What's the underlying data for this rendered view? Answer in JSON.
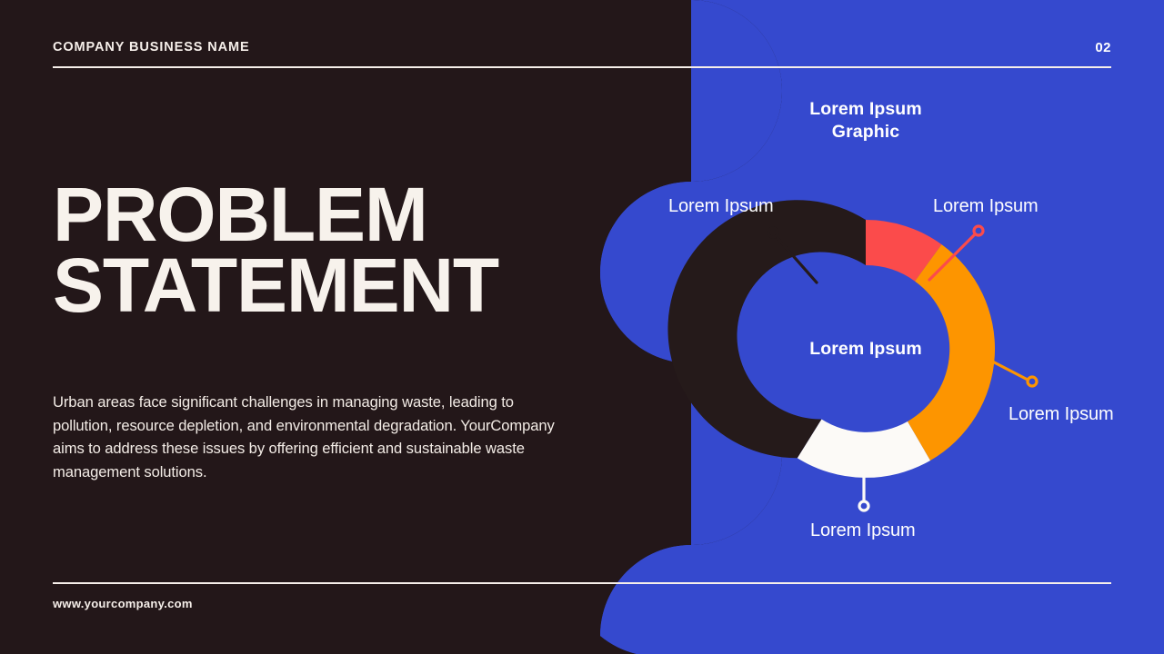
{
  "header": {
    "company_name": "COMPANY BUSINESS NAME",
    "page_number": "02"
  },
  "main": {
    "title_line1": "PROBLEM",
    "title_line2": "STATEMENT",
    "body": "Urban areas face significant challenges in managing waste, leading to pollution, resource depletion, and environmental degradation. YourCompany aims to address these issues by offering efficient and sustainable waste management solutions."
  },
  "footer": {
    "url": "www.yourcompany.com"
  },
  "chart_panel": {
    "heading_line1": "Lorem Ipsum",
    "heading_line2": "Graphic",
    "center_label": "Lorem Ipsum",
    "label_top_left": "Lorem Ipsum",
    "label_top_right": "Lorem Ipsum",
    "label_right": "Lorem Ipsum",
    "label_bottom": "Lorem Ipsum"
  },
  "colors": {
    "background_dark": "#231719",
    "panel_blue": "#3549CE",
    "cream": "#F6EFEA",
    "segment_red": "#FB4B4B",
    "segment_orange": "#FD9500",
    "segment_white": "#FCFAF7",
    "segment_dark": "#251A1A"
  },
  "chart_data": {
    "type": "pie",
    "variant": "donut",
    "title": "Lorem Ipsum Graphic",
    "center_label": "Lorem Ipsum",
    "legend_position": "callout-labels",
    "categories": [
      "Lorem Ipsum",
      "Lorem Ipsum",
      "Lorem Ipsum",
      "Lorem Ipsum"
    ],
    "values": [
      10,
      32,
      17,
      41
    ],
    "value_unit": "percent",
    "start_angle_deg": 0,
    "direction": "clockwise",
    "segments": [
      {
        "name": "Lorem Ipsum",
        "value": 10,
        "color": "#FB4B4B",
        "start_deg": 0,
        "end_deg": 36,
        "label_position": "top-right"
      },
      {
        "name": "Lorem Ipsum",
        "value": 32,
        "color": "#FD9500",
        "start_deg": 36,
        "end_deg": 150,
        "label_position": "right"
      },
      {
        "name": "Lorem Ipsum",
        "value": 17,
        "color": "#FCFAF7",
        "start_deg": 150,
        "end_deg": 212,
        "label_position": "bottom"
      },
      {
        "name": "Lorem Ipsum",
        "value": 41,
        "color": "#251A1A",
        "start_deg": 212,
        "end_deg": 360,
        "label_position": "top-left"
      }
    ],
    "inner_radius": 92,
    "outer_radius": 142
  }
}
